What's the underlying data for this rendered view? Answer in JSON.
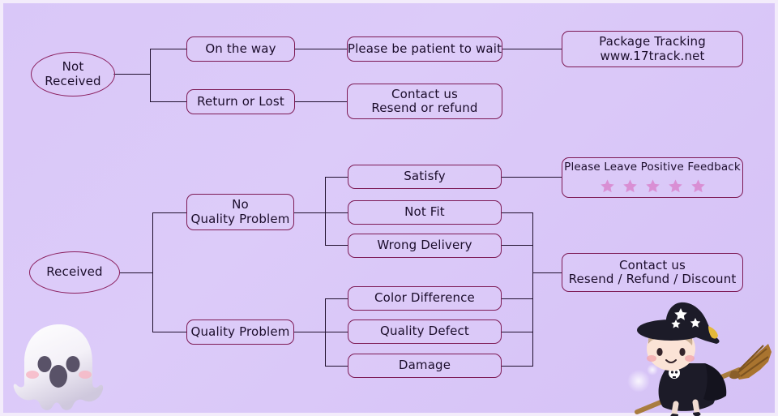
{
  "theme": {
    "background_start": "#d9c7f8",
    "background_end": "#d5c2f6",
    "node_border": "#7d1a55",
    "ellipse_border": "#8a1f5e",
    "connector": "#20102e",
    "text": "#1b0d2b",
    "star_fill": "#d98fd4"
  },
  "diagram": {
    "type": "flowchart",
    "title_nodes": [
      "Not Received",
      "Received"
    ],
    "roots": [
      {
        "id": "not-received",
        "label_lines": [
          "Not",
          "Received"
        ],
        "shape": "ellipse"
      },
      {
        "id": "received",
        "label_lines": [
          "Received"
        ],
        "shape": "ellipse"
      }
    ],
    "nodes": {
      "on_the_way": {
        "lines": [
          "On the way"
        ]
      },
      "return_or_lost": {
        "lines": [
          "Return or Lost"
        ]
      },
      "please_wait": {
        "lines": [
          "Please be patient to wait"
        ]
      },
      "contact_resend_refund": {
        "lines": [
          "Contact us",
          "Resend or refund"
        ]
      },
      "package_tracking": {
        "lines": [
          "Package Tracking",
          "www.17track.net"
        ]
      },
      "no_quality_problem": {
        "lines": [
          "No",
          "Quality Problem"
        ]
      },
      "quality_problem": {
        "lines": [
          "Quality Problem"
        ]
      },
      "satisfy": {
        "lines": [
          "Satisfy"
        ]
      },
      "not_fit": {
        "lines": [
          "Not Fit"
        ]
      },
      "wrong_delivery": {
        "lines": [
          "Wrong Delivery"
        ]
      },
      "color_difference": {
        "lines": [
          "Color Difference"
        ]
      },
      "quality_defect": {
        "lines": [
          "Quality Defect"
        ]
      },
      "damage": {
        "lines": [
          "Damage"
        ]
      },
      "feedback": {
        "lines": [
          "Please Leave Positive Feedback"
        ],
        "stars": 5
      },
      "contact_resend_refund_discount": {
        "lines": [
          "Contact us",
          "Resend / Refund / Discount"
        ]
      }
    },
    "edges": [
      [
        "not-received",
        "on_the_way"
      ],
      [
        "not-received",
        "return_or_lost"
      ],
      [
        "on_the_way",
        "please_wait"
      ],
      [
        "please_wait",
        "package_tracking"
      ],
      [
        "return_or_lost",
        "contact_resend_refund"
      ],
      [
        "received",
        "no_quality_problem"
      ],
      [
        "received",
        "quality_problem"
      ],
      [
        "no_quality_problem",
        "satisfy"
      ],
      [
        "no_quality_problem",
        "not_fit"
      ],
      [
        "no_quality_problem",
        "wrong_delivery"
      ],
      [
        "quality_problem",
        "color_difference"
      ],
      [
        "quality_problem",
        "quality_defect"
      ],
      [
        "quality_problem",
        "damage"
      ],
      [
        "satisfy",
        "feedback"
      ],
      [
        "not_fit",
        "contact_resend_refund_discount"
      ],
      [
        "wrong_delivery",
        "contact_resend_refund_discount"
      ],
      [
        "color_difference",
        "contact_resend_refund_discount"
      ],
      [
        "quality_defect",
        "contact_resend_refund_discount"
      ],
      [
        "damage",
        "contact_resend_refund_discount"
      ]
    ]
  },
  "decorations": {
    "ghost": {
      "name": "ghost-illustration"
    },
    "witch": {
      "name": "witch-on-broom-illustration"
    }
  }
}
